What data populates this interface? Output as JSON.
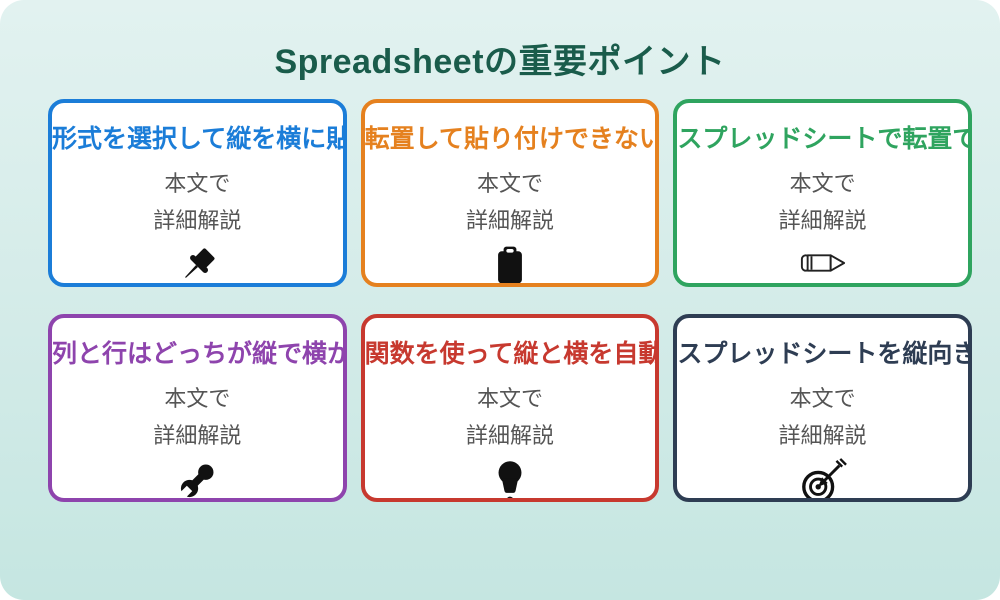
{
  "page": {
    "title": "Spreadsheetの重要ポイント",
    "title_color": "#1a5c4b",
    "background_top": "#e2f2f0",
    "background_bottom": "#c5e6e1",
    "card_background": "#ffffff",
    "body_text_color": "#555555",
    "icon_color": "#111111"
  },
  "cards": [
    {
      "title": "形式を選択して縦を横に貼",
      "body_line1": "本文で",
      "body_line2": "詳細解説",
      "color": "#1b7dd8",
      "icon": "pushpin-icon"
    },
    {
      "title": "転置して貼り付けできない",
      "body_line1": "本文で",
      "body_line2": "詳細解説",
      "color": "#e5811f",
      "icon": "clipboard-icon"
    },
    {
      "title": "スプレッドシートで転置で",
      "body_line1": "本文で",
      "body_line2": "詳細解説",
      "color": "#2fa45f",
      "icon": "pencil-icon"
    },
    {
      "title": "列と行はどっちが縦で横か",
      "body_line1": "本文で",
      "body_line2": "詳細解説",
      "color": "#8e44ad",
      "icon": "wrench-icon"
    },
    {
      "title": "関数を使って縦と横を自動",
      "body_line1": "本文で",
      "body_line2": "詳細解説",
      "color": "#c7392f",
      "icon": "lightbulb-icon"
    },
    {
      "title": "スプレッドシートを縦向き",
      "body_line1": "本文で",
      "body_line2": "詳細解説",
      "color": "#2e3d53",
      "icon": "target-icon"
    }
  ]
}
